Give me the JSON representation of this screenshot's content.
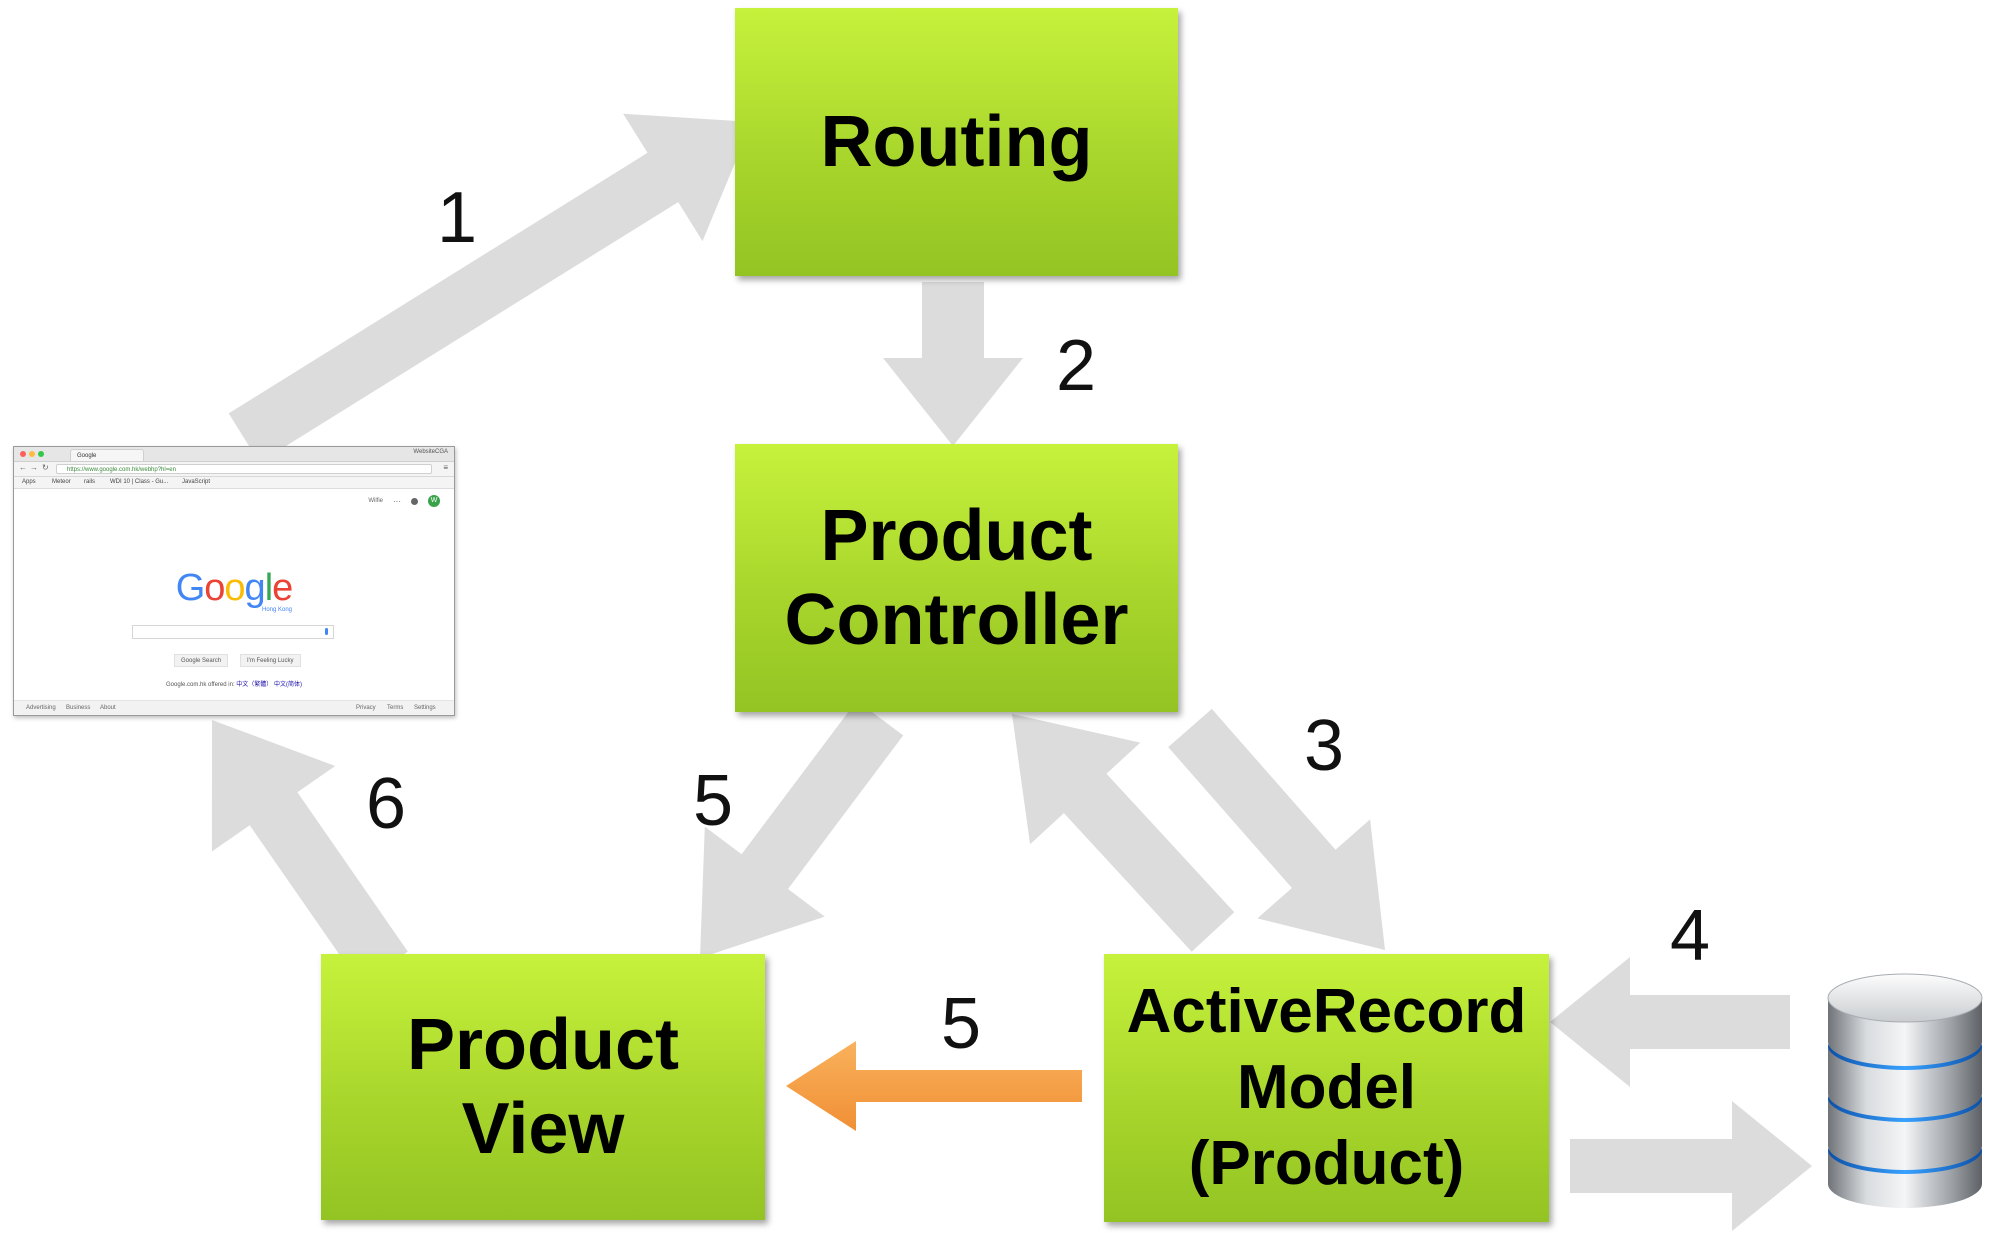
{
  "boxes": {
    "routing": [
      "Routing"
    ],
    "controller": [
      "Product",
      "Controller"
    ],
    "view": [
      "Product",
      "View"
    ],
    "model": [
      "ActiveRecord",
      "Model",
      "(Product)"
    ]
  },
  "steps": {
    "s1": "1",
    "s2": "2",
    "s3": "3",
    "s4": "4",
    "s5a": "5",
    "s5b": "5",
    "s6": "6"
  },
  "browser": {
    "tab_title": "Google",
    "user": "WebsiteCGA",
    "url": "https://www.google.com.hk/webhp?hl=en",
    "bookmarks": [
      "Apps",
      "Meteor",
      "rails",
      "WDI 10 | Class - Gu...",
      "JavaScript"
    ],
    "topbar_text": "Wilfie",
    "avatar_letter": "W",
    "logo": "Google",
    "logo_sub": "Hong Kong",
    "search_button": "Google Search",
    "lucky_button": "I'm Feeling Lucky",
    "offered_text": "Google.com.hk offered in:",
    "offered_langs": "中文（繁體）   中文(简体)",
    "footer_left": [
      "Advertising",
      "Business",
      "About"
    ],
    "footer_right": [
      "Privacy",
      "Terms",
      "Settings"
    ]
  },
  "colors": {
    "box_top": "#c6f23c",
    "box_bottom": "#93c423",
    "arrow_gray": "#dcdcdc",
    "arrow_orange": "#f6a04a",
    "db_blue": "#1f7fe0"
  },
  "icons": {
    "database": "database-icon",
    "browser": "browser-window-icon"
  }
}
